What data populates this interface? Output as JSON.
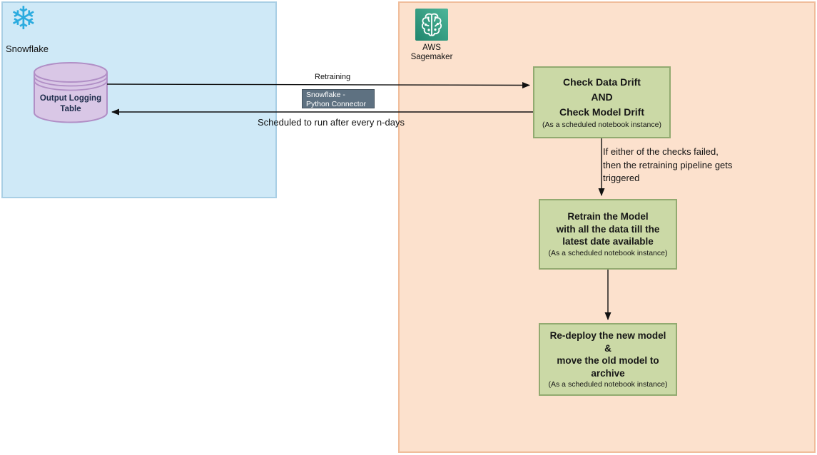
{
  "snowflake_region": {
    "title": "Snowflake",
    "snowflake_glyph": "❄",
    "database": {
      "label_line1": "Output Logging",
      "label_line2": "Table"
    }
  },
  "sagemaker_region": {
    "title_line1": "AWS",
    "title_line2": "Sagemaker"
  },
  "nodes": {
    "check_drift": {
      "line1": "Check Data Drift",
      "line2": "AND",
      "line3": "Check Model Drift",
      "subtitle": "(As a scheduled notebook instance)"
    },
    "retrain": {
      "line1": "Retrain the Model",
      "line2": "with all the data till the",
      "line3": "latest date available",
      "subtitle": "(As a scheduled notebook instance)"
    },
    "redeploy": {
      "line1": "Re-deploy the new model",
      "line2": "&",
      "line3": "move the old model to",
      "line4": "archive",
      "subtitle": "(As a scheduled notebook instance)"
    }
  },
  "labels": {
    "retraining": "Retraining",
    "connector_line1": "Snowflake -",
    "connector_line2": "Python Connector",
    "schedule": "Scheduled to run after every n-days",
    "trigger_line1": "If either of the checks failed,",
    "trigger_line2": "then the retraining pipeline gets",
    "trigger_line3": "triggered"
  },
  "colors": {
    "blue_region_fill": "#cfe9f7",
    "blue_region_border": "#a9cfe5",
    "orange_region_fill": "#fce1cd",
    "orange_region_border": "#f0bd9b",
    "green_node_fill": "#cbd9a6",
    "green_node_border": "#92aa70",
    "connector_fill": "#5e7181",
    "cylinder_fill": "#d9c7e6",
    "cylinder_border": "#b18fc6",
    "snowflake_blue": "#2aabdf",
    "sagemaker_teal_dark": "#20856d",
    "sagemaker_teal_light": "#4db699",
    "arrow_color": "#111111"
  }
}
